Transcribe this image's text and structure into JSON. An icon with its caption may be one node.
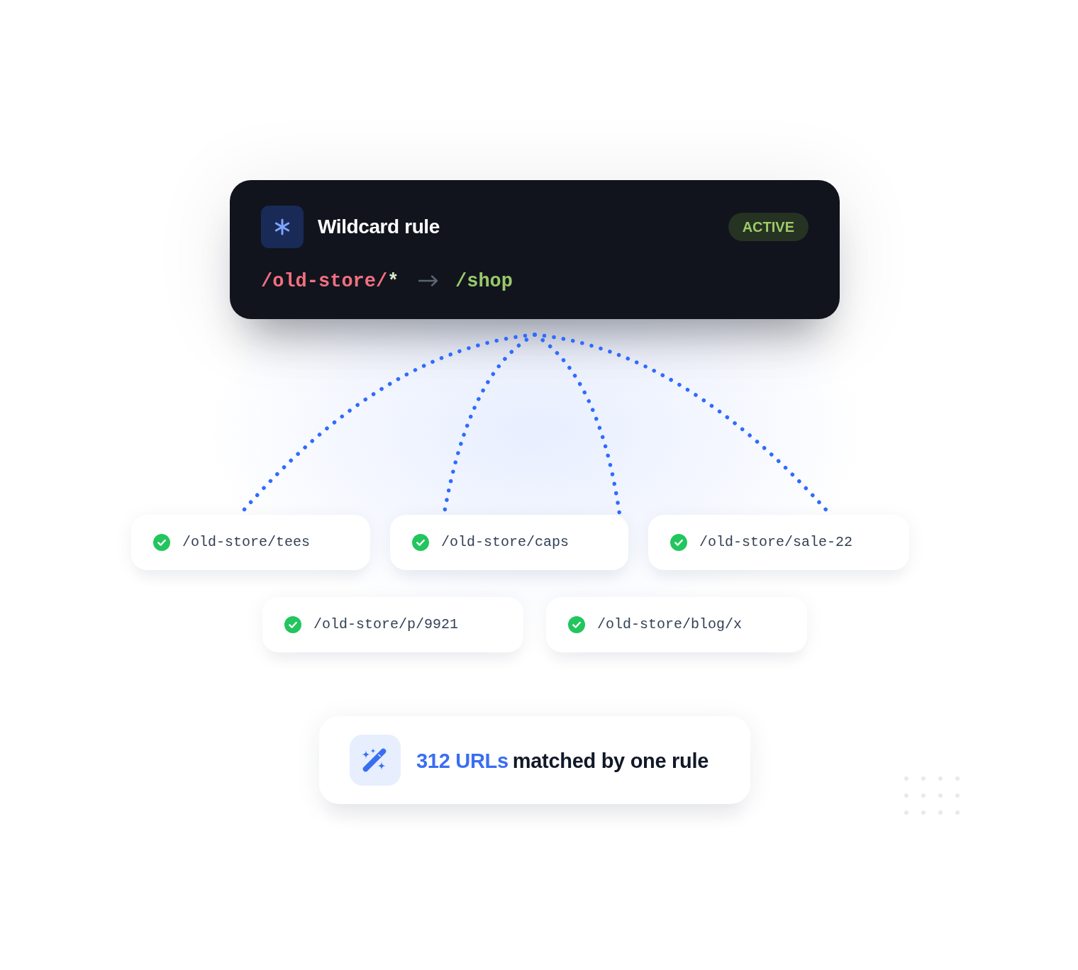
{
  "diagram": {
    "nodes": [
      {
        "text": [
          "Wildcard rule",
          "ACTIVE",
          "/old-store/*",
          "/shop"
        ]
      },
      {
        "text": [
          "/old-store/tees"
        ]
      },
      {
        "text": [
          "/old-store/caps"
        ]
      },
      {
        "text": [
          "/old-store/sale-22"
        ]
      },
      {
        "text": [
          "/old-store/p/9921"
        ]
      },
      {
        "text": [
          "/old-store/blog/x"
        ]
      },
      {
        "text": [
          "312 URLs",
          "matched by one rule"
        ]
      }
    ],
    "edges": [
      {
        "from": null,
        "to": 1,
        "arrow": "none",
        "style": "dashed"
      },
      {
        "from": null,
        "to": 2,
        "arrow": "none",
        "style": "dashed"
      },
      {
        "from": null,
        "to": 2,
        "arrow": "none",
        "style": "dashed"
      },
      {
        "from": null,
        "to": 3,
        "arrow": "none",
        "style": "dashed"
      }
    ]
  }
}
